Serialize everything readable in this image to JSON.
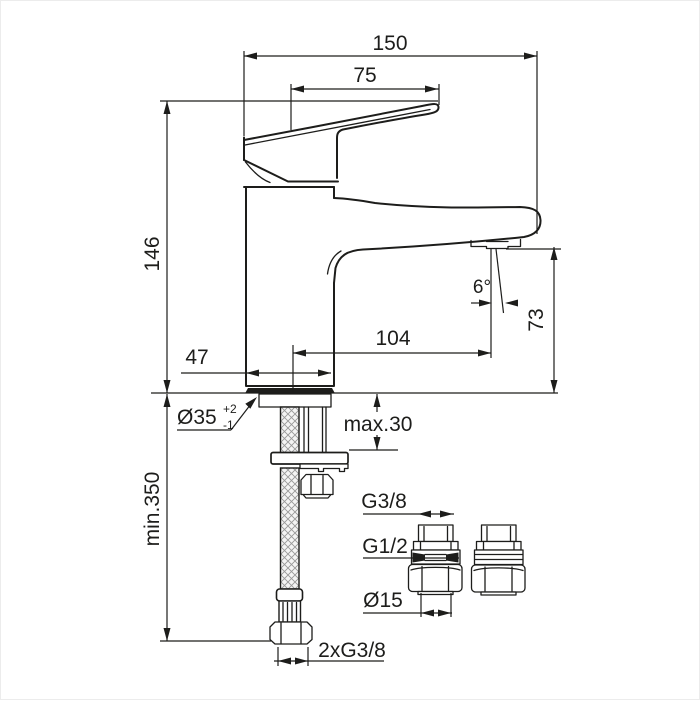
{
  "drawing": {
    "name": "basin-mixer-technical-dimension-drawing",
    "colors": {
      "line": "#1d1d1b",
      "text": "#1d1d1b",
      "braid_fill": "#f4f4f4",
      "braid_hatch": "#999999"
    },
    "dims": {
      "overall_width": "150",
      "lever_length": "75",
      "total_height": "146",
      "base_width": "47",
      "spout_reach": "104",
      "spray_angle": "6°",
      "spout_height": "73",
      "base_diameter": "Ø35",
      "base_diameter_tol_plus": "+2",
      "base_diameter_tol_minus": "-1",
      "deck_thickness_max": "max.30",
      "hose_length_min": "min.350",
      "adapter_thread_top": "G3/8",
      "adapter_thread_mid": "G1/2",
      "adapter_pipe_diameter": "Ø15",
      "hose_connection": "2xG3/8"
    }
  }
}
